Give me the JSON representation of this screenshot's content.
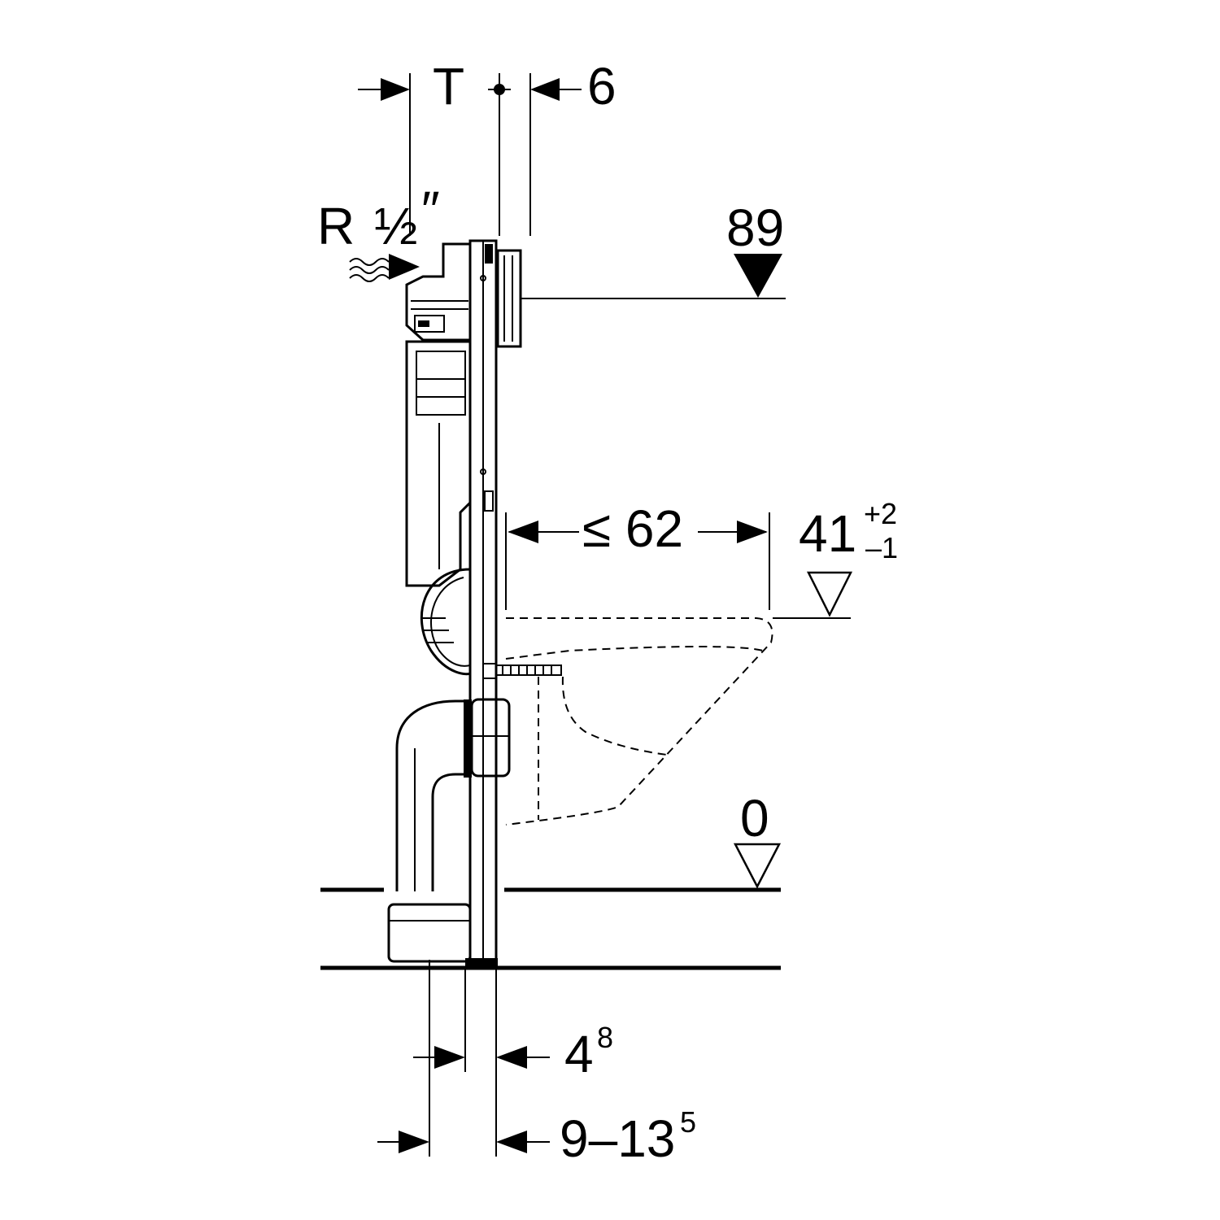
{
  "dimensions": {
    "depth_symbol": "T",
    "offset_top": "6",
    "water_connection_prefix": "R",
    "water_connection_size": "½",
    "water_connection_unit": "″",
    "actuator_height": "89",
    "max_projection": "≤ 62",
    "seat_height": "41",
    "seat_tolerance_plus": "+2",
    "seat_tolerance_minus": "–1",
    "floor_level": "0",
    "frame_depth_base": "4",
    "frame_depth_exp": "8",
    "wall_depth_range": "9–13",
    "wall_depth_exp": "5"
  }
}
